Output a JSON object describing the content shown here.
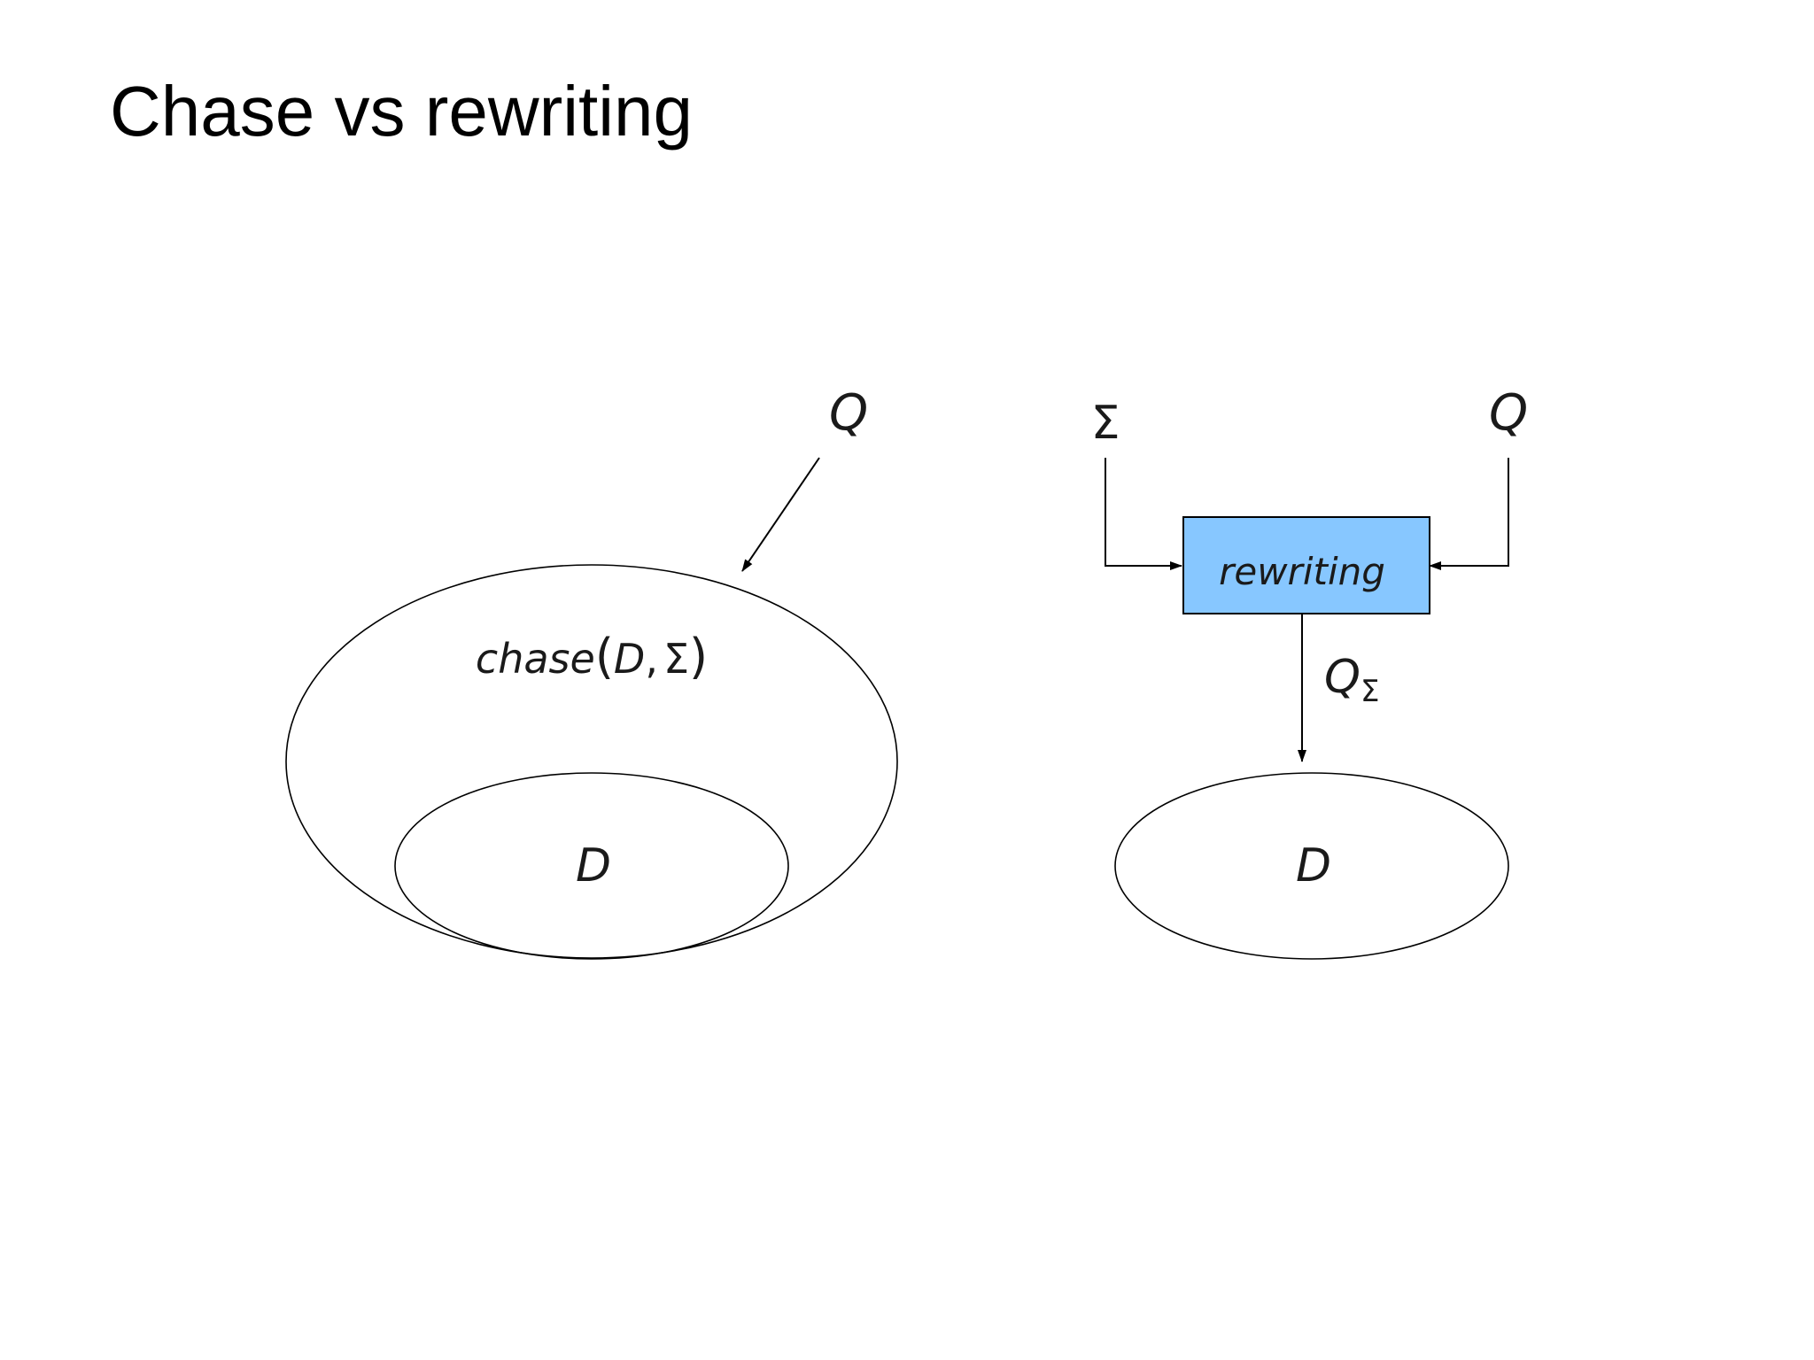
{
  "slide": {
    "title": "Chase vs rewriting"
  },
  "left_diagram": {
    "query_label": "Q",
    "chase_label_fn": "chase",
    "chase_label_open": "(",
    "chase_label_arg1": "D",
    "chase_label_comma": ",",
    "chase_label_arg2": "Σ",
    "chase_label_close": ")",
    "inner_label": "D"
  },
  "right_diagram": {
    "sigma_label": "Σ",
    "query_label": "Q",
    "box_label": "rewriting",
    "box_color": "#87c7ff",
    "output_label": "Q",
    "output_subscript": "Σ",
    "database_label": "D"
  }
}
